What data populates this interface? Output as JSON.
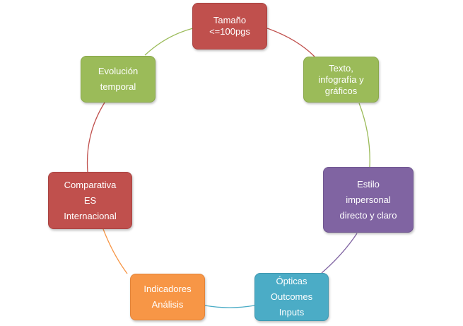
{
  "diagram": {
    "nodes": [
      {
        "id": "tamano",
        "color": "#c0504d",
        "lines": [
          "Tamaño",
          "<=100pgs"
        ]
      },
      {
        "id": "texto",
        "color": "#9bbb59",
        "lines": [
          "Texto,",
          "infografía y",
          "gráficos"
        ]
      },
      {
        "id": "estilo",
        "color": "#8064a2",
        "lines": [
          "Estilo",
          "impersonal",
          "directo y claro"
        ]
      },
      {
        "id": "opticas",
        "color": "#4bacc6",
        "lines": [
          "Ópticas",
          "Outcomes",
          "Inputs"
        ]
      },
      {
        "id": "indicadores",
        "color": "#f79646",
        "lines": [
          "Indicadores",
          "Análisis"
        ]
      },
      {
        "id": "comparativa",
        "color": "#c0504d",
        "lines": [
          "Comparativa",
          "ES",
          "Internacional"
        ]
      },
      {
        "id": "evolucion",
        "color": "#9bbb59",
        "lines": [
          "Evolución",
          "temporal"
        ]
      }
    ],
    "connectors": [
      {
        "from": "tamano",
        "to": "texto",
        "color": "#c0504d"
      },
      {
        "from": "texto",
        "to": "estilo",
        "color": "#9bbb59"
      },
      {
        "from": "estilo",
        "to": "opticas",
        "color": "#8064a2"
      },
      {
        "from": "opticas",
        "to": "indicadores",
        "color": "#4bacc6"
      },
      {
        "from": "indicadores",
        "to": "comparativa",
        "color": "#f79646"
      },
      {
        "from": "comparativa",
        "to": "evolucion",
        "color": "#c0504d"
      },
      {
        "from": "evolucion",
        "to": "tamano",
        "color": "#9bbb59"
      }
    ]
  }
}
